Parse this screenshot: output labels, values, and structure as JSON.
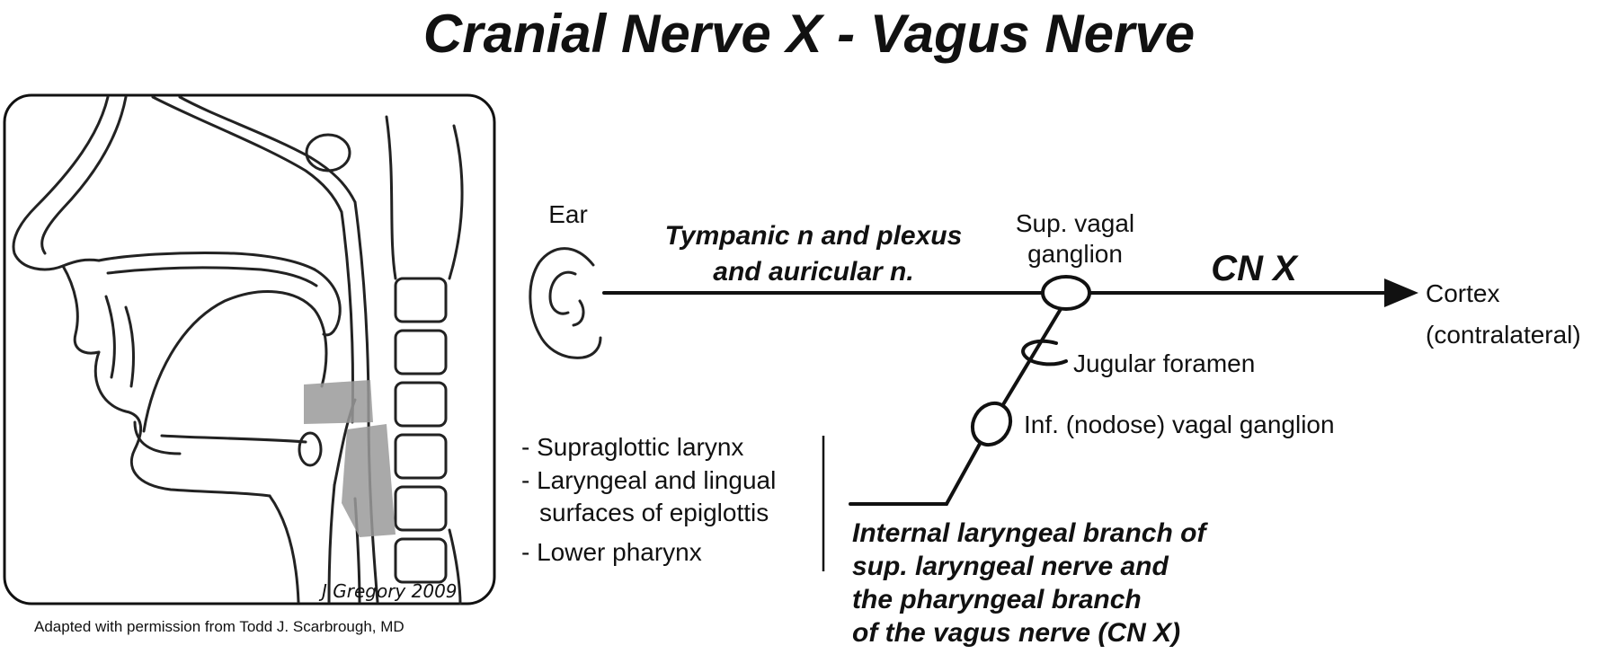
{
  "title": "Cranial Nerve X - Vagus Nerve",
  "labels": {
    "ear": "Ear",
    "tympanic_1": "Tympanic n and plexus",
    "tympanic_2": "and auricular n.",
    "sup_ganglion_1": "Sup. vagal",
    "sup_ganglion_2": "ganglion",
    "cn_x": "CN X",
    "cortex_1": "Cortex",
    "cortex_2": "(contralateral)",
    "jugular": "Jugular foramen",
    "inf_ganglion": "Inf. (nodose) vagal ganglion"
  },
  "areas": [
    "- Supraglottic larynx",
    "- Laryngeal and lingual",
    "surfaces of epiglottis",
    "- Lower pharynx"
  ],
  "branch": [
    "Internal laryngeal branch of",
    "sup. laryngeal nerve and",
    "the pharyngeal branch",
    "of the vagus nerve (CN X)"
  ],
  "signature": "J Gregory 2009",
  "credit": "Adapted with permission from Todd J. Scarbrough, MD",
  "colors": {
    "line": "#111111",
    "shaded_region": "#9a9a9a",
    "background": "#ffffff"
  }
}
